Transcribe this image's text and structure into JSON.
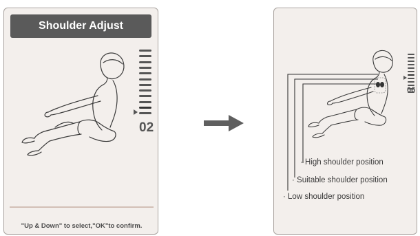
{
  "left_panel": {
    "title": "Shoulder Adjust",
    "level_value": "02",
    "level_steps_total": 12,
    "level_selected_step": 11,
    "hint": "\"Up &  Down\" to select,\"OK\"to confirm."
  },
  "right_panel": {
    "level_value": "06",
    "level_steps_total": 12,
    "level_selected_step": 7,
    "callouts": {
      "high": "· High shoulder position",
      "suitable": "· Suitable shoulder position",
      "low": "· Low shoulder position"
    }
  },
  "colors": {
    "panel_bg": "#f3efec",
    "panel_border": "#a9a39f",
    "title_bg": "#5a5a5a",
    "indicator": "#555555",
    "divider": "#d2bfb6",
    "arrow": "#5f5f5f"
  },
  "icons": {
    "figure": "reclining-person-illustration",
    "rollers": "shoulder-roller-icon",
    "transition": "right-arrow-icon"
  }
}
